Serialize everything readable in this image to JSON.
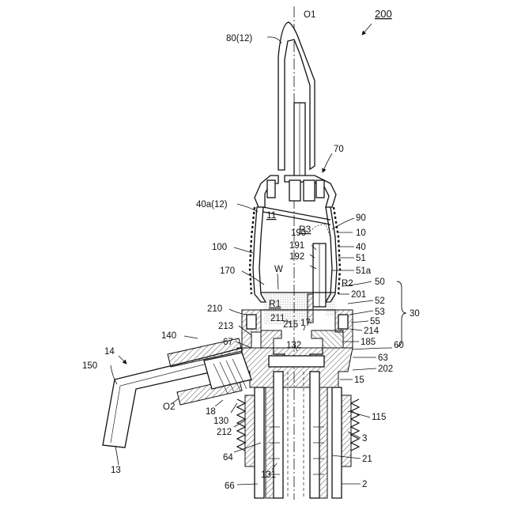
{
  "figure_number": "200",
  "axis_label": "O1",
  "labels": {
    "l80_12": "80(12)",
    "l70": "70",
    "l40a_12": "40a(12)",
    "l11": "11",
    "lR3": "R3",
    "l90": "90",
    "l10": "10",
    "l190": "190",
    "l40": "40",
    "l100": "100",
    "l191": "191",
    "l51": "51",
    "l192": "192",
    "l51a": "51a",
    "l170": "170",
    "lW": "W",
    "lR2": "R2",
    "l50": "50",
    "lR1": "R1",
    "l201": "201",
    "l52": "52",
    "l210": "210",
    "l53": "53",
    "l30": "30",
    "l211": "211",
    "l17": "17",
    "l215": "215",
    "l55": "55",
    "l213": "213",
    "l214": "214",
    "l140": "140",
    "l67": "67",
    "l185": "185",
    "l60": "60",
    "l132": "132",
    "l63": "63",
    "l14": "14",
    "l150": "150",
    "l202": "202",
    "l15": "15",
    "lO2": "O2",
    "l18": "18",
    "l130": "130",
    "l115": "115",
    "l212": "212",
    "l3": "3",
    "l64": "64",
    "l21": "21",
    "l13": "13",
    "l131": "131",
    "l66": "66",
    "l2": "2"
  }
}
